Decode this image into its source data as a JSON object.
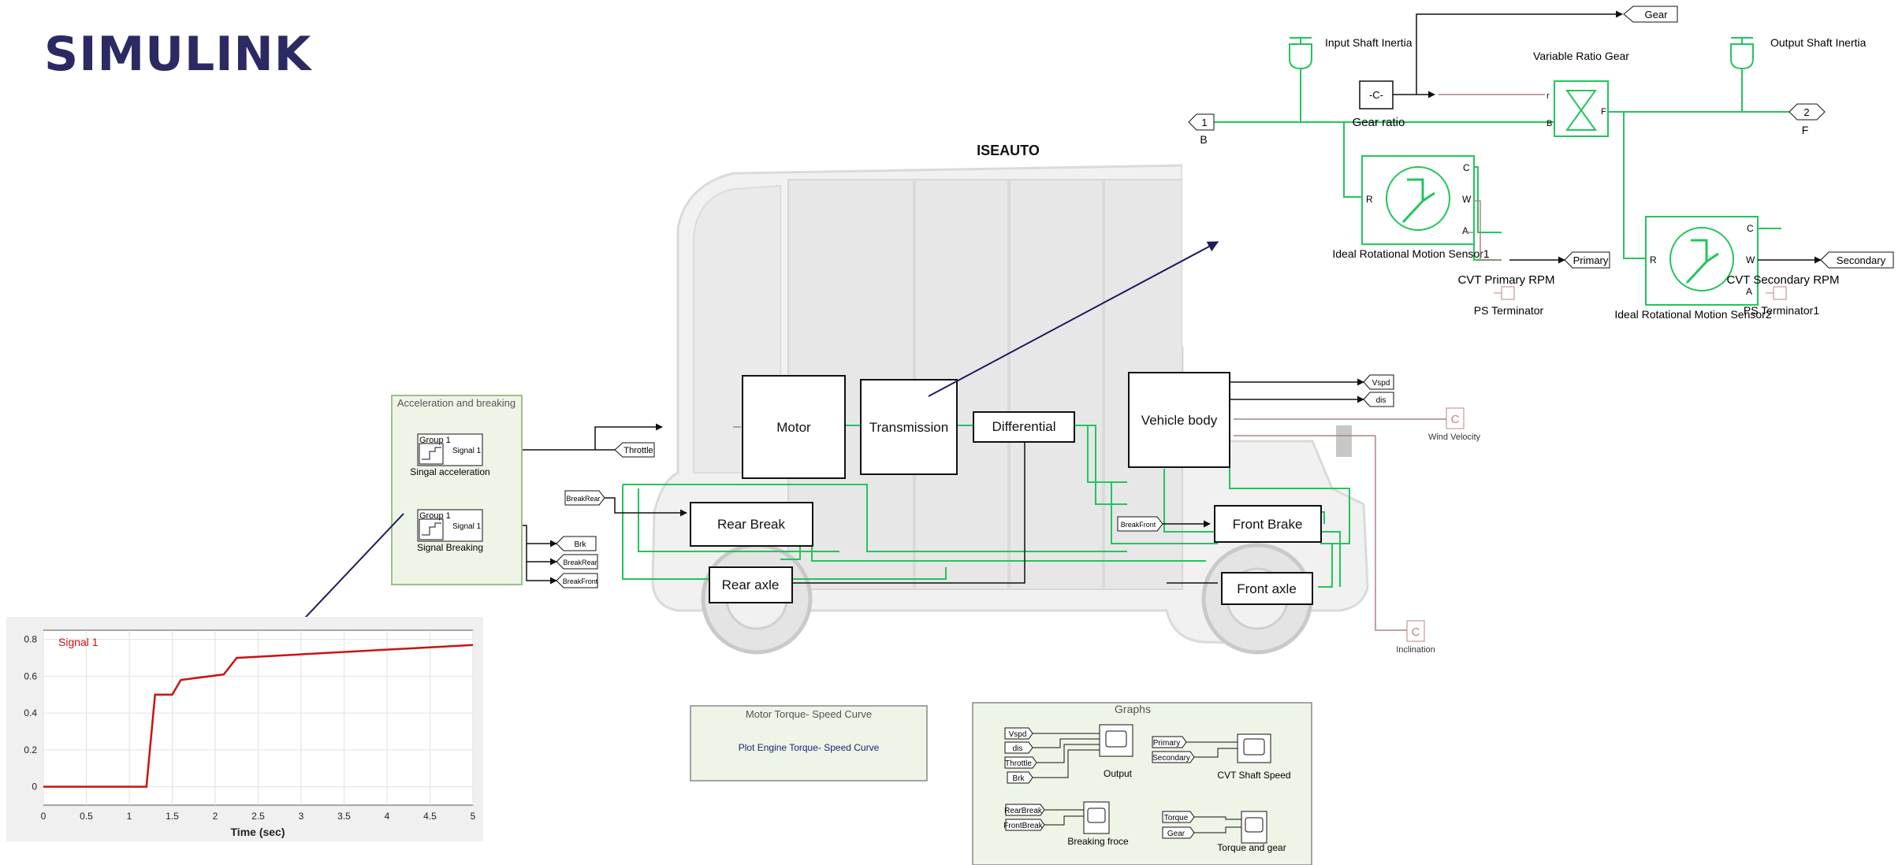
{
  "page": {
    "title": "SIMULINK",
    "model_title": "ISEAUTO"
  },
  "colors": {
    "title": "#2b2a63",
    "signal": "#22c55e",
    "arrow": "#1e1b5e",
    "plot_line": "#cc1111",
    "panel_fill": "#eef5e6",
    "panel_border": "#9bbf8a"
  },
  "blocks": {
    "motor": "Motor",
    "transmission": "Transmission",
    "differential": "Differential",
    "vehicle_body": "Vehicle body",
    "rear_break": "Rear Break",
    "rear_axle": "Rear axle",
    "front_brake": "Front Brake",
    "front_axle": "Front axle"
  },
  "tags": {
    "throttle": "Throttle",
    "brk": "Brk",
    "break_rear": "BreakRear",
    "break_front": "BreakFront",
    "break_rear_in": "BreakRear",
    "break_front_in": "BreakFront",
    "vspd": "Vspd",
    "dis": "dis",
    "wind_velocity": "Wind Velocity",
    "inclination": "Inclination",
    "const_c": "C"
  },
  "accel_panel": {
    "title": "Acceleration and breaking",
    "group1": "Group 1",
    "signal1": "Signal 1",
    "accel_label": "Singal acceleration",
    "group2": "Group 1",
    "signal2": "Signal 1",
    "break_label": "Signal Breaking"
  },
  "motor_curve": {
    "title": "Motor Torque- Speed Curve",
    "link": "Plot Engine Torque- Speed Curve"
  },
  "graphs": {
    "title": "Graphs",
    "inputs_output": [
      "Vspd",
      "dis",
      "Throttle",
      "Brk"
    ],
    "output": "Output",
    "inputs_cvt": [
      "Primary",
      "Secondary"
    ],
    "cvt": "CVT Shaft Speed",
    "inputs_breaking": [
      "RearBreak",
      "FrontBreak"
    ],
    "breaking": "Breaking froce",
    "inputs_torque": [
      "Torque",
      "Gear"
    ],
    "torque": "Torque and gear"
  },
  "transmission_detail": {
    "gear_tag": "Gear",
    "input_inertia": "Input Shaft Inertia",
    "output_inertia": "Output Shaft Inertia",
    "variable_gear": "Variable Ratio Gear",
    "gear_ratio_const": "-C-",
    "gear_ratio": "Gear ratio",
    "port_b_num": "1",
    "port_b": "B",
    "port_f_num": "2",
    "port_f": "F",
    "port_r": "r",
    "port_B": "B",
    "port_F": "F",
    "sensor1_R": "R",
    "sensor1_C": "C",
    "sensor1_W": "W",
    "sensor1_A": "A",
    "sensor1": "Ideal Rotational Motion Sensor1",
    "primary_tag": "Primary",
    "cvt_primary": "CVT Primary RPM",
    "ps_term": "PS Terminator",
    "sensor2_R": "R",
    "sensor2_C": "C",
    "sensor2_W": "W",
    "sensor2_A": "A",
    "sensor2": "Ideal Rotational Motion Sensor2",
    "secondary_tag": "Secondary",
    "cvt_secondary": "CVT Secondary RPM",
    "ps_term1": "PS Terminator1"
  },
  "chart_data": {
    "type": "line",
    "legend": "Signal 1",
    "xlabel": "Time (sec)",
    "ylabel": "",
    "xlim": [
      0,
      5
    ],
    "ylim": [
      -0.1,
      0.85
    ],
    "x_ticks": [
      0,
      0.5,
      1,
      1.5,
      2,
      2.5,
      3,
      3.5,
      4,
      4.5,
      5
    ],
    "x_tick_labels": [
      "0",
      "0.5",
      "1",
      "1.5",
      "2",
      "2.5",
      "3",
      "3.5",
      "4",
      "4.5",
      "5"
    ],
    "y_ticks": [
      0,
      0.2,
      0.4,
      0.6,
      0.8
    ],
    "y_tick_labels": [
      "0",
      "0.2",
      "0.4",
      "0.6",
      "0.8"
    ],
    "grid": true,
    "series": [
      {
        "name": "Signal 1",
        "x": [
          0,
          1.2,
          1.3,
          1.5,
          1.6,
          2.1,
          2.25,
          5
        ],
        "y": [
          0,
          0,
          0.5,
          0.5,
          0.58,
          0.61,
          0.7,
          0.77
        ]
      }
    ]
  }
}
